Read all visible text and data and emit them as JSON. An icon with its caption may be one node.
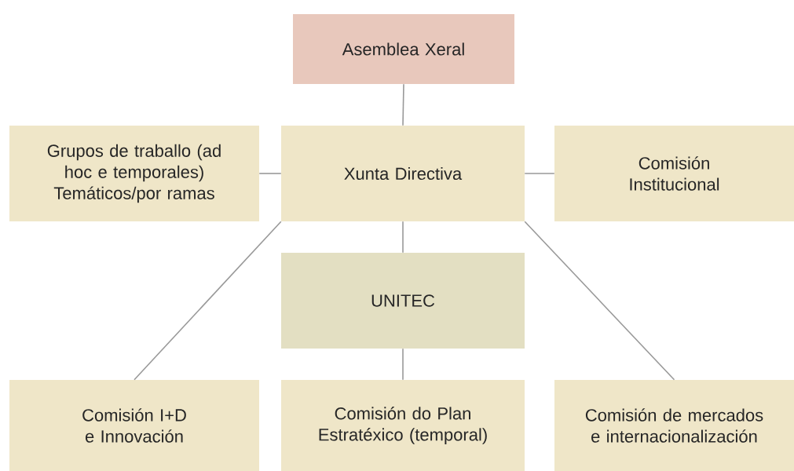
{
  "diagram": {
    "nodes": [
      {
        "text": [
          "Asemblea Xeral"
        ]
      },
      {
        "text": [
          "Grupos de traballo (ad hoc e temporales) Temáticos/por ramas"
        ]
      },
      {
        "text": [
          "Xunta Directiva"
        ]
      },
      {
        "text": [
          "Comisión Institucional"
        ]
      },
      {
        "text": [
          "UNITEC"
        ]
      },
      {
        "text": [
          "Comisión I+D e Innovación"
        ]
      },
      {
        "text": [
          "Comisión do Plan Estratéxico (temporal)"
        ]
      },
      {
        "text": [
          "Comisión de mercados e internacionalización"
        ]
      }
    ],
    "edges": [
      {
        "from": 0,
        "to": 2,
        "arrow": "none"
      },
      {
        "from": 1,
        "to": 2,
        "arrow": "none"
      },
      {
        "from": 2,
        "to": 3,
        "arrow": "none"
      },
      {
        "from": 2,
        "to": 4,
        "arrow": "none"
      },
      {
        "from": 2,
        "to": 5,
        "arrow": "none"
      },
      {
        "from": 4,
        "to": 6,
        "arrow": "none"
      },
      {
        "from": 2,
        "to": 7,
        "arrow": "none"
      }
    ]
  }
}
